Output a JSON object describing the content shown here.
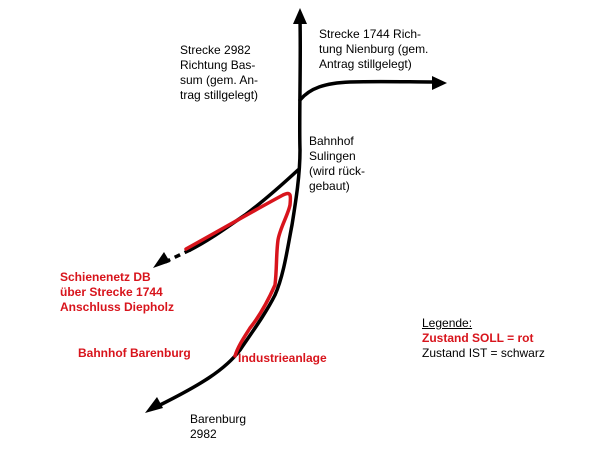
{
  "labels": {
    "strecke_2982_bassum": "Strecke 2982\nRichtung Bas-\nsum (gem. An-\ntrag stillgelegt)",
    "strecke_1744_nienburg": "Strecke 1744 Rich-\ntung Nienburg (gem.\nAntrag stillgelegt)",
    "bahnhof_sulingen": "Bahnhof\nSulingen\n(wird rück-\ngebaut)",
    "schienennetz_db": "Schienenetz DB\nüber Strecke 1744\nAnschluss Diepholz",
    "bahnhof_barenburg": "Bahnhof Barenburg",
    "industrieanlage": "Industrieanlage",
    "barenburg_2982": "Barenburg\n2982"
  },
  "legend": {
    "title": "Legende:",
    "soll": "Zustand SOLL = rot",
    "ist": "Zustand IST = schwarz"
  },
  "colors": {
    "ist_black": "#000000",
    "soll_red": "#d8141c"
  }
}
